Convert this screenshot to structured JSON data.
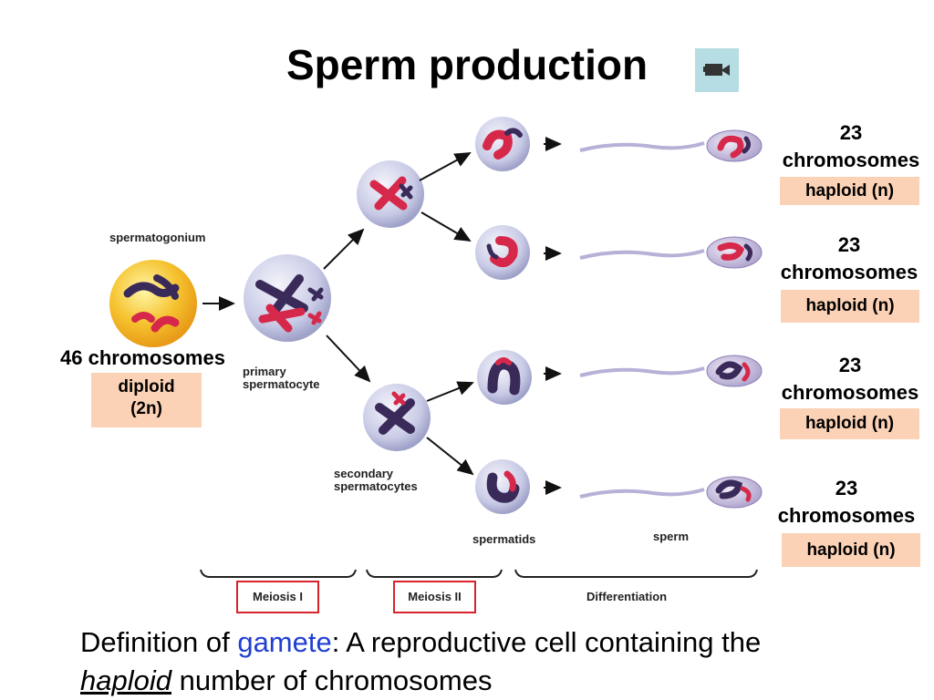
{
  "title": "Sperm production",
  "labels": {
    "spermatogonium": "spermatogonium",
    "primary_1": "primary",
    "primary_2": "spermatocyte",
    "secondary_1": "secondary",
    "secondary_2": "spermatocytes",
    "spermatids": "spermatids",
    "sperm": "sperm"
  },
  "diploid": {
    "chromosomes": "46 chromosomes",
    "ploidy_1": "diploid",
    "ploidy_2": "(2n)"
  },
  "haploid": [
    {
      "count": "23",
      "word": "chromosomes",
      "ploidy": "haploid (n)"
    },
    {
      "count": "23",
      "word": "chromosomes",
      "ploidy": "haploid (n)"
    },
    {
      "count": "23",
      "word": "chromosomes",
      "ploidy": "haploid (n)"
    },
    {
      "count": "23",
      "word": "chromosomes",
      "ploidy": "haploid (n)"
    }
  ],
  "stages": {
    "meiosis1": "Meiosis I",
    "meiosis2": "Meiosis II",
    "differentiation": "Differentiation"
  },
  "definition": {
    "prefix": "Definition of ",
    "term": "gamete",
    "mid": ": A reproductive cell containing the",
    "em": "haploid",
    "suffix": " number of chromosomes"
  },
  "colors": {
    "cell_yellow": "#f2b21c",
    "cell_grey": "#c9cbe6",
    "chrom_red": "#d6284a",
    "chrom_purple": "#3a2a5a",
    "box_fill": "#fbd2b6",
    "stage_border": "#d8232a",
    "term_blue": "#1f3fd1",
    "icon_bg": "#b6dde3"
  },
  "icons": {
    "video": "video-camera-icon"
  }
}
